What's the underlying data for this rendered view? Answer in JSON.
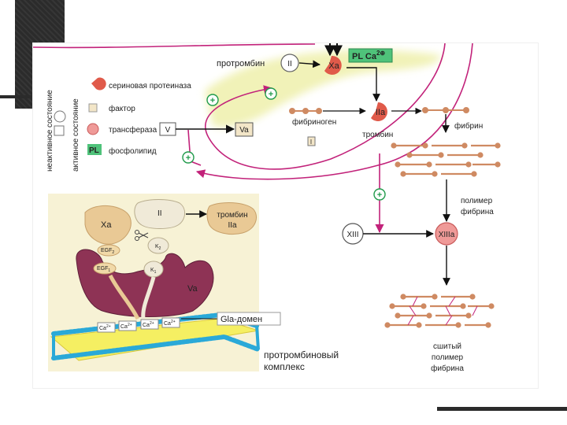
{
  "legend": {
    "inactive": "неактивное состояние",
    "active": "активное состояние",
    "protease": "сериновая протеиназа",
    "factor": "фактор",
    "transferase": "трансфераза",
    "pl_box": "PL",
    "phospholipid": "фосфолипид"
  },
  "nodes": {
    "prothrombin_label": "протромбин",
    "ii": "II",
    "xa": "Xa",
    "pl_ca_pl": "PL",
    "pl_ca_ca": "Ca",
    "pl_ca_sup": "2⊕",
    "v": "V",
    "va": "Va",
    "plus": "+",
    "fibrinogen": "фибриноген",
    "fibrinogen_box": "I",
    "iia": "IIa",
    "thrombin": "тромбин",
    "fibrin": "фибрин",
    "polymer": [
      "полимер",
      "фибрина"
    ],
    "xiii": "XIII",
    "xiiia": "XIIIa",
    "crosslinked": [
      "сшитый",
      "полимер",
      "фибрина"
    ]
  },
  "inset": {
    "xa": "Xa",
    "ii": "II",
    "egf2": "EGF",
    "egf2_sub": "2",
    "egf1": "EGF",
    "egf1_sub": "1",
    "k2": "K",
    "k2_sub": "2",
    "k1": "K",
    "k1_sub": "1",
    "va": "Va",
    "thrombin": [
      "тромбин",
      "IIa"
    ],
    "ca_labels": [
      "Ca",
      "Ca",
      "Ca",
      "Ca"
    ],
    "ca_sups": [
      "2+",
      "2+",
      "2+",
      "2+"
    ],
    "gla": "Gla-домен",
    "caption": [
      "протромбиновый",
      "комплекс"
    ]
  },
  "colors": {
    "magenta": "#c2227a",
    "glow": "#f1f2b8",
    "active_red": "#e05a4a",
    "fibrin_brown": "#cf8a62",
    "inset_bg": "#f7f2d5",
    "maroon": "#8e3355",
    "membrane_blue": "#2aa9d8",
    "membrane_yellow": "#f5ef62",
    "plus_green": "#1f9a4a"
  }
}
